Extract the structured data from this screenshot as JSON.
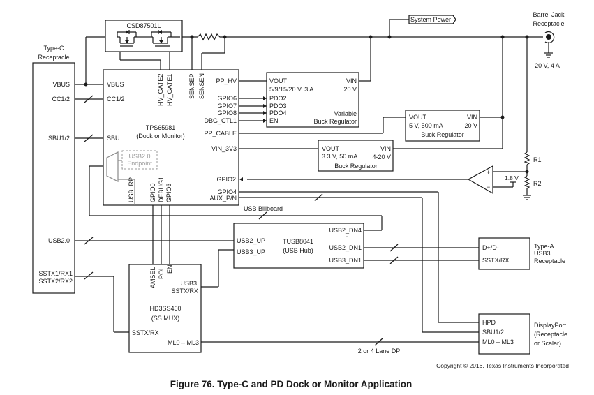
{
  "figure": {
    "caption": "Figure 76.  Type-C and PD Dock or Monitor Application",
    "copyright": "Copyright © 2016, Texas Instruments Incorporated"
  },
  "type_c": {
    "title_line1": "Type-C",
    "title_line2": "Receptacle",
    "pins": [
      "VBUS",
      "CC1/2",
      "SBU1/2",
      "USB2.0",
      "SSTX1/RX1",
      "SSTX2/RX2"
    ]
  },
  "mosfet": {
    "label": "CSD87501L"
  },
  "system_power": {
    "label": "System Power"
  },
  "barrel_jack": {
    "line1": "Barrel Jack",
    "line2": "Receptacle",
    "rating": "20 V, 4 A"
  },
  "tps": {
    "name": "TPS65981",
    "mode": "(Dock or Monitor)",
    "left_pins": [
      "VBUS",
      "CC1/2",
      "SBU"
    ],
    "top_pins": [
      "HV_GATE2",
      "HV_GATE1",
      "SENSEP",
      "SENSEN"
    ],
    "right_pins": [
      "PP_HV",
      "GPIO6",
      "GPIO7",
      "GPIO8",
      "DBG_CTL1",
      "PP_CABLE",
      "VIN_3V3",
      "GPIO2",
      "GPIO4",
      "AUX_P/N"
    ],
    "bottom_pins": [
      "USB_RP",
      "GPIO0",
      "DEBUG1",
      "GPIO3"
    ],
    "endpoint_line1": "USB2.0",
    "endpoint_line2": "Endpoint"
  },
  "var_buck": {
    "vout": "VOUT",
    "vout_spec": "5/9/15/20 V, 3 A",
    "vin": "VIN",
    "vin_spec": "20 V",
    "inputs": [
      "PDO2",
      "PDO3",
      "PDO4",
      "EN"
    ],
    "title_line1": "Variable",
    "title_line2": "Buck Regulator"
  },
  "buck_5v": {
    "vout": "VOUT",
    "vout_spec": "5 V, 500 mA",
    "vin": "VIN",
    "vin_spec": "20 V",
    "title": "Buck Regulator"
  },
  "buck_3v3": {
    "vout": "VOUT",
    "vout_spec": "3.3 V, 50 mA",
    "vin": "VIN",
    "vin_spec": "4-20 V",
    "title": "Buck Regulator"
  },
  "comparator": {
    "plus": "+",
    "minus": "−",
    "ref": "1.8 V",
    "r1": "R1",
    "r2": "R2"
  },
  "hub": {
    "name": "TUSB8041",
    "desc": "(USB Hub)",
    "left_pins": [
      "USB2_UP",
      "USB3_UP"
    ],
    "right_pins": [
      "USB2_DN4",
      "⋮",
      "USB2_DN1",
      "USB3_DN1"
    ],
    "billboard": "USB Billboard"
  },
  "mux": {
    "name": "HD3SS460",
    "desc": "(SS MUX)",
    "top_pins": [
      "AMSEL",
      "POL",
      "EN"
    ],
    "usb3_line1": "USB3",
    "usb3_line2": "SSTX/RX",
    "sstx": "SSTX/RX",
    "ml": "ML0 – ML3"
  },
  "type_a": {
    "pins": [
      "D+/D-",
      "SSTX/RX"
    ],
    "title": [
      "Type-A",
      "USB3",
      "Receptacle"
    ]
  },
  "displayport": {
    "pins": [
      "HPD",
      "SBU1/2",
      "ML0 – ML3"
    ],
    "title": [
      "DisplayPort",
      "(Receptacle",
      "or Scalar)"
    ]
  },
  "dp_lane_label": "2 or 4 Lane DP"
}
